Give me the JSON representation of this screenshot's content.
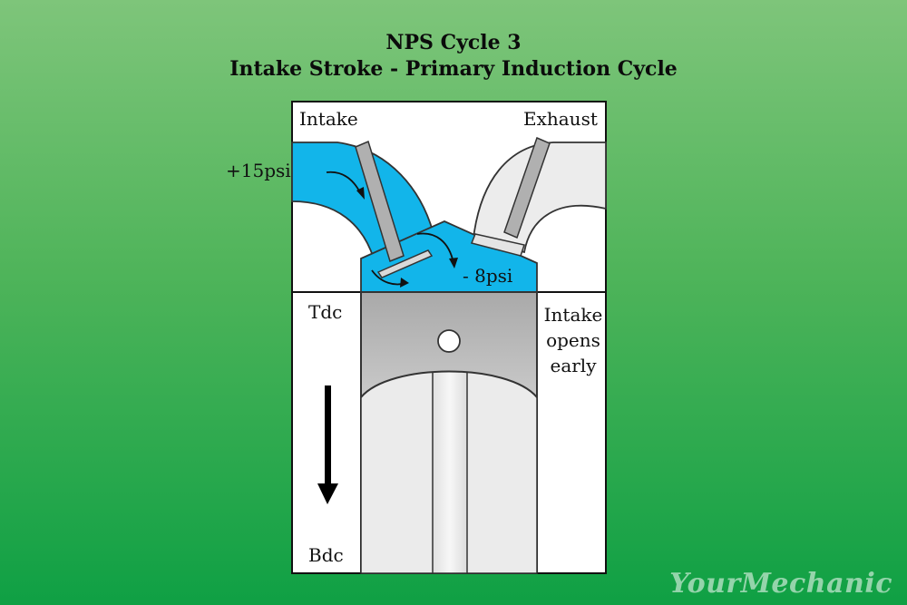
{
  "title": "NPS Cycle 3",
  "subtitle": "Intake Stroke - Primary Induction Cycle",
  "labels": {
    "intake": "Intake",
    "exhaust": "Exhaust",
    "intake_pressure": "+15psi",
    "chamber_pressure": "- 8psi",
    "tdc": "Tdc",
    "bdc": "Bdc",
    "note_line1": "Intake",
    "note_line2": "opens",
    "note_line3": "early"
  },
  "brand": "YourMechanic",
  "colors": {
    "intake_charge": "#12b5ea",
    "exhaust_port": "#ececec",
    "piston": "#b5b5b5",
    "valve": "#a8a8a8",
    "background_top": "#7ec57a",
    "background_bottom": "#0fa044"
  }
}
